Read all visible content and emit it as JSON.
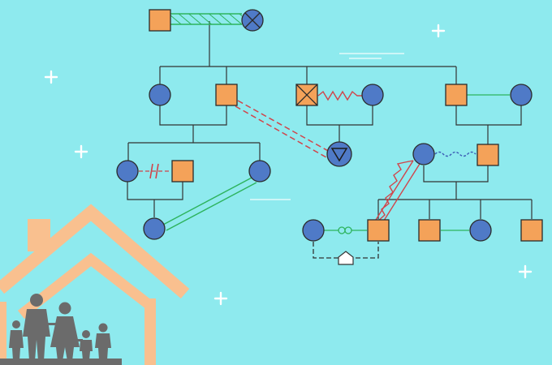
{
  "colors": {
    "background": "#8eeaee",
    "male_fill": "#f4a259",
    "female_fill": "#4f7ac7",
    "outline": "#2b2b2b",
    "line": "#333333",
    "harmony_green": "#2db35d",
    "hostile_red": "#d0454b",
    "distant_blue": "#3b5bb5",
    "house_orange": "#f9c08f",
    "silhouette": "#6b6b6b",
    "sparkle": "#ffffff"
  },
  "symbols": {
    "male": "square",
    "female": "circle",
    "deceased_male": "crossed-square",
    "deceased_female": "crossed-circle",
    "pregnancy": "triangle-in-circle",
    "household": "house-icon"
  },
  "relationships": [
    "harmony",
    "hostile",
    "conflict",
    "separated",
    "distant",
    "close",
    "fused",
    "shared-household"
  ],
  "decoration": {
    "icons": [
      "house-outline-icon",
      "family-silhouette-icon",
      "sparkle-icon"
    ]
  }
}
